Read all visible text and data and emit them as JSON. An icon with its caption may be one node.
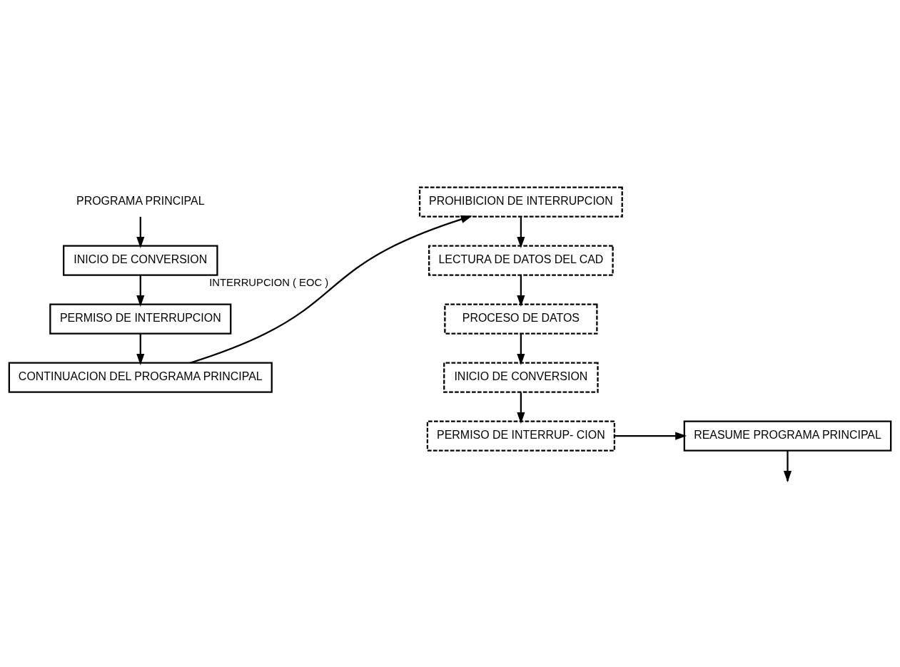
{
  "diagram": {
    "nodes": [
      {
        "text": [
          "PROGRAMA PRINCIPAL"
        ]
      },
      {
        "text": [
          "INICIO DE CONVERSION"
        ]
      },
      {
        "text": [
          "PERMISO DE INTERRUPCION"
        ]
      },
      {
        "text": [
          "CONTINUACION DEL PROGRAMA PRINCIPAL"
        ]
      },
      {
        "text": [
          "PROHIBICION DE INTERRUPCION"
        ]
      },
      {
        "text": [
          "LECTURA DE DATOS DEL CAD"
        ]
      },
      {
        "text": [
          "PROCESO DE DATOS"
        ]
      },
      {
        "text": [
          "INICIO DE CONVERSION"
        ]
      },
      {
        "text": [
          "PERMISO DE INTERRUP- CION"
        ]
      },
      {
        "text": [
          "REASUME PROGRAMA PRINCIPAL"
        ]
      }
    ],
    "edges": [
      {
        "from": 0,
        "to": 1,
        "arrow": "to"
      },
      {
        "from": 1,
        "to": 2,
        "arrow": "to"
      },
      {
        "from": 2,
        "to": 3,
        "arrow": "to"
      },
      {
        "from": 3,
        "to": 4,
        "arrow": "to",
        "label": "INTERRUPCION ( EOC )"
      },
      {
        "from": 4,
        "to": 5,
        "arrow": "to"
      },
      {
        "from": 5,
        "to": 6,
        "arrow": "to"
      },
      {
        "from": 6,
        "to": 7,
        "arrow": "to"
      },
      {
        "from": 7,
        "to": 8,
        "arrow": "to"
      },
      {
        "from": 8,
        "to": 9,
        "arrow": "to"
      },
      {
        "from": 9,
        "to": null,
        "arrow": "to"
      }
    ]
  }
}
